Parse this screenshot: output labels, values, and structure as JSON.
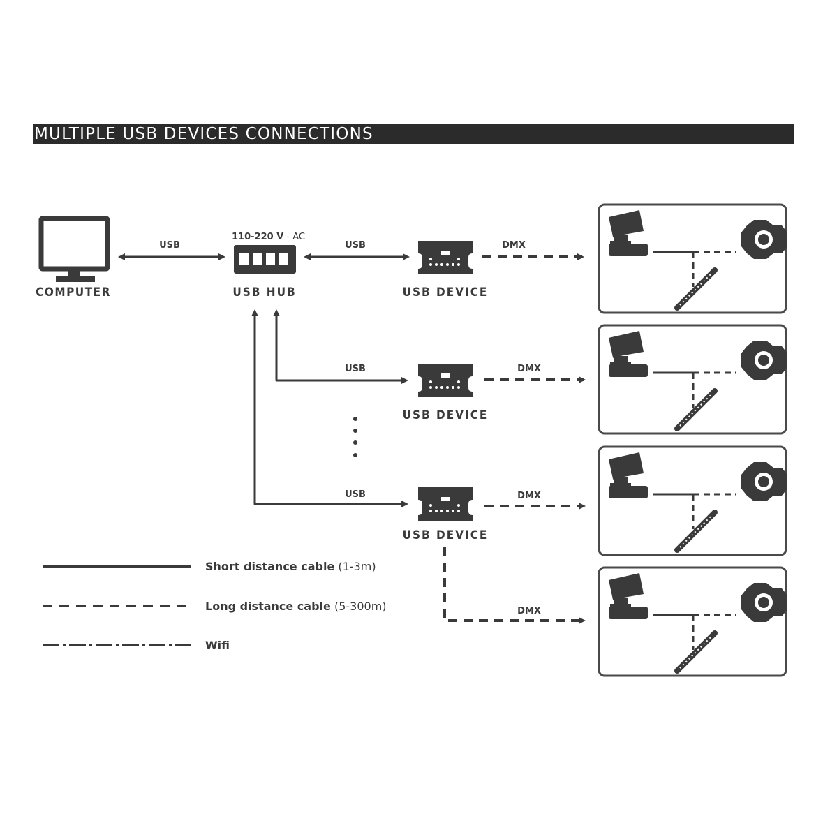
{
  "title": "MULTIPLE USB DEVICES CONNECTIONS",
  "nodes": {
    "computer": "COMPUTER",
    "hub": "USB HUB",
    "hub_power_bold": "110-220 V",
    "hub_power_rest": " - AC",
    "device": "USB DEVICE"
  },
  "edge_labels": {
    "usb": "USB",
    "dmx": "DMX"
  },
  "legend": [
    {
      "bold": "Short distance cable",
      "rest": " (1-3m)"
    },
    {
      "bold": "Long distance cable",
      "rest": " (5-300m)"
    },
    {
      "bold": "Wifi",
      "rest": ""
    }
  ],
  "colors": {
    "ink": "#3a3a3a",
    "title_bg": "#2b2b2b",
    "title_text": "#ffffff",
    "fixture_box_border": "#4a4a4a"
  }
}
